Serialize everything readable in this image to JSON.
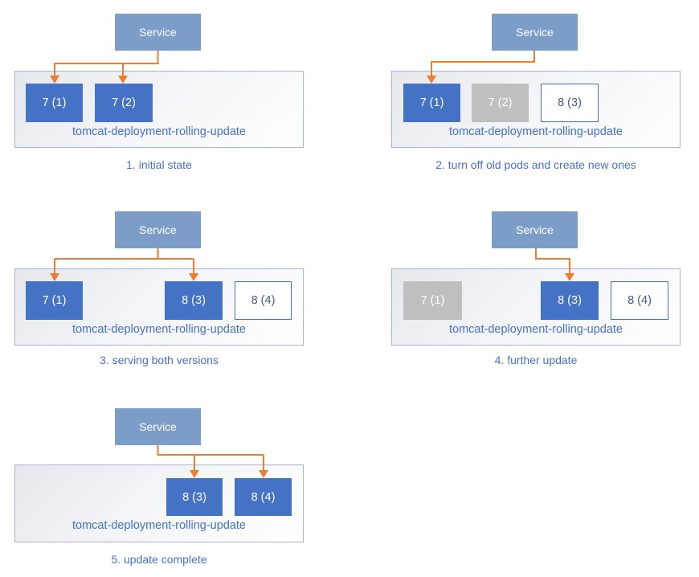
{
  "service_label": "Service",
  "deployment_label": "tomcat-deployment-rolling-update",
  "colors": {
    "service_fill": "#7d9dc9",
    "pod_active_fill": "#4472c4",
    "pod_terminating_fill": "#bfbfbf",
    "pod_starting_border": "#4472c4",
    "arrow": "#ed7d31",
    "container_border": "#a3b6d6",
    "container_fill_gradient_start": "#e6e8ec",
    "label_text": "#4472c4",
    "caption_text": "#4472c4"
  },
  "diagrams": [
    {
      "caption": "1. initial state",
      "service_routes_to": [
        "7 (1)",
        "7 (2)"
      ],
      "pods": [
        {
          "label": "7 (1)",
          "state": "active"
        },
        {
          "label": "7 (2)",
          "state": "active"
        }
      ]
    },
    {
      "caption": "2. turn off old pods and create new ones",
      "service_routes_to": [
        "7 (1)"
      ],
      "pods": [
        {
          "label": "7 (1)",
          "state": "active"
        },
        {
          "label": "7 (2)",
          "state": "terminating"
        },
        {
          "label": "8 (3)",
          "state": "starting"
        }
      ]
    },
    {
      "caption": "3. serving both versions",
      "service_routes_to": [
        "7 (1)",
        "8 (3)"
      ],
      "pods": [
        {
          "label": "7 (1)",
          "state": "active"
        },
        {
          "label": "8 (3)",
          "state": "active"
        },
        {
          "label": "8 (4)",
          "state": "starting"
        }
      ]
    },
    {
      "caption": "4. further update",
      "service_routes_to": [
        "8 (3)"
      ],
      "pods": [
        {
          "label": "7 (1)",
          "state": "terminating"
        },
        {
          "label": "8 (3)",
          "state": "active"
        },
        {
          "label": "8 (4)",
          "state": "starting"
        }
      ]
    },
    {
      "caption": "5. update complete",
      "service_routes_to": [
        "8 (3)",
        "8 (4)"
      ],
      "pods": [
        {
          "label": "8 (3)",
          "state": "active"
        },
        {
          "label": "8 (4)",
          "state": "active"
        }
      ]
    }
  ]
}
